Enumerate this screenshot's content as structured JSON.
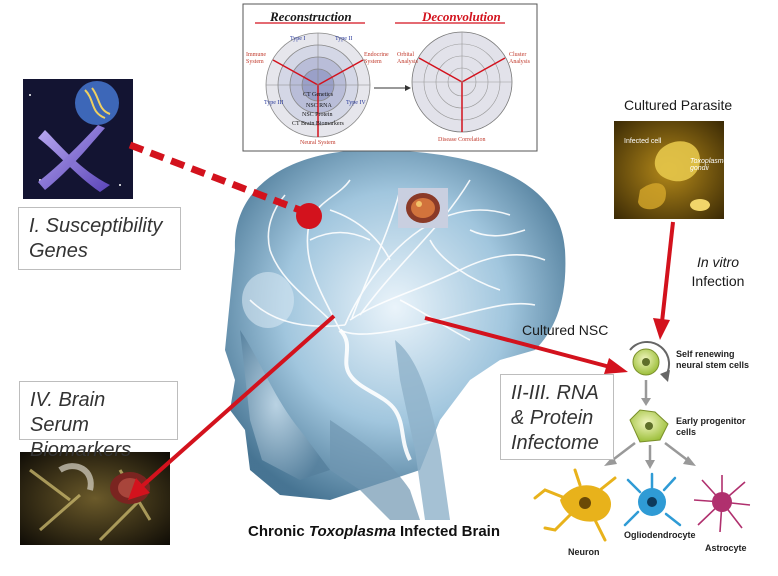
{
  "radar_panel": {
    "left_title": "Reconstruction",
    "right_title": "Deconvolution",
    "left_axes": [
      "Immune System",
      "Endocrine System",
      "Neural System"
    ],
    "left_types": [
      "Type I",
      "Type II",
      "Type III",
      "Type IV"
    ],
    "left_center": [
      "CT Genetics",
      "NSC RNA",
      "NSC Protein",
      "CT Brain Biomarkers"
    ],
    "right_axes": [
      "Orbital Analysis",
      "Cluster Analysis",
      "Disease Correlation"
    ]
  },
  "labels": {
    "susceptibility": [
      "I. Susceptibility",
      "Genes"
    ],
    "biomarkers": [
      "IV. Brain Serum",
      "Biomarkers"
    ],
    "infectome": [
      "II-III. RNA",
      "& Protein",
      "Infectome"
    ],
    "cultured_parasite": "Cultured Parasite",
    "parasite_tags": [
      "Infected cell",
      "Toxoplasma gondii"
    ],
    "in_vitro": [
      "In vitro",
      "Infection"
    ],
    "cultured_nsc": "Cultured NSC",
    "stem_cells": [
      "Self renewing",
      "neural stem cells"
    ],
    "progenitor": [
      "Early progenitor",
      "cells"
    ],
    "neuron": "Neuron",
    "ogliodendrocyte": "Ogliodendrocyte",
    "astrocyte": "Astrocyte",
    "caption_prefix": "Chronic ",
    "caption_italic": "Toxoplasma",
    "caption_suffix": " Infected Brain"
  },
  "colors": {
    "arrow_red": "#d3121d",
    "neuron_yellow": "#e8b21b",
    "oligo_blue": "#2f9bd5",
    "astro_magenta": "#b0306e",
    "stem_green": "#c4dd63"
  }
}
